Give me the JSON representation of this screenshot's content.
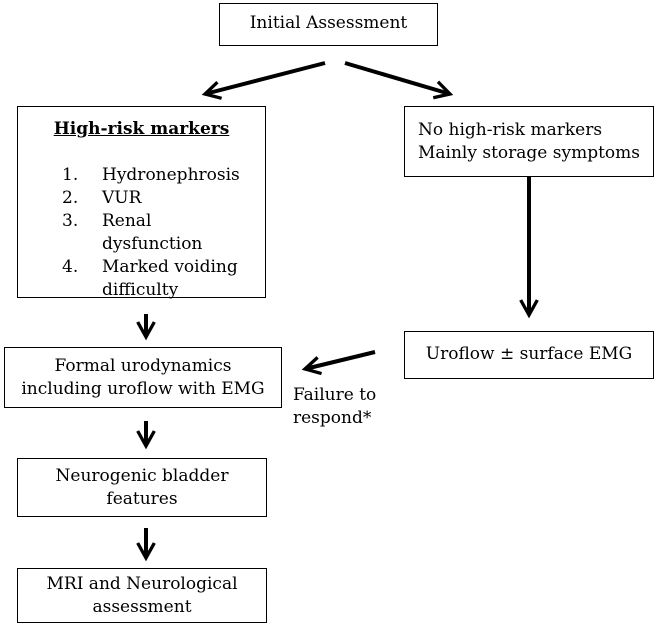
{
  "boxes": {
    "initial": "Initial Assessment",
    "high_risk": {
      "heading": "High-risk markers",
      "items": [
        {
          "num": "1.",
          "text": "Hydronephrosis"
        },
        {
          "num": "2.",
          "text": "VUR"
        },
        {
          "num": "3.",
          "text": "Renal dysfunction"
        },
        {
          "num": "4.",
          "text": "Marked voiding difficulty"
        }
      ]
    },
    "no_high_risk": {
      "line1": "No high-risk markers",
      "line2": "Mainly storage symptoms"
    },
    "uroflow": "Uroflow ± surface EMG",
    "formal_urodynamics": {
      "line1": "Formal urodynamics",
      "line2": "including uroflow with EMG"
    },
    "neurogenic": {
      "line1": "Neurogenic bladder",
      "line2": "features"
    },
    "mri": {
      "line1": "MRI and Neurological",
      "line2": "assessment"
    }
  },
  "labels": {
    "failure_line1": "Failure to",
    "failure_line2": "respond*"
  }
}
